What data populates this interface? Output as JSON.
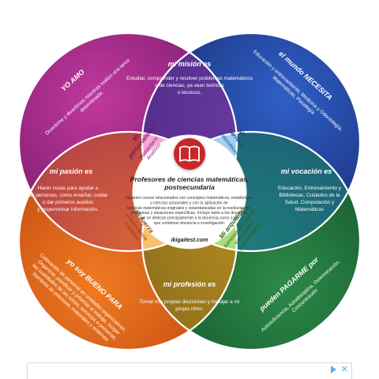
{
  "circles": {
    "love": {
      "title": "YO AMO",
      "text": "Divertirme y divertirnos mientras realizo una tarea determinada.",
      "color": "#8a1f7a"
    },
    "world_needs": {
      "title": "el mundo NECESITA",
      "text": "Educación y entrenamiento, Medicina y Odontología, Matemáticas, Psicología",
      "color": "#1f3a8a"
    },
    "good_at": {
      "title": "yo soy BUENO PARA",
      "text": "Colocación de personal en unidades organizativas, Organizar, planificar y priorizar el trabajo, Juzgar las cualidades de las cosas, servicios o personas, Nombres de procesos, materiales y entornos",
      "color": "#d95a12"
    },
    "paid_for": {
      "title": "pueden PAGARME por",
      "text": "Autosuficiencia, Autodisciplina, Determinación, Concentración",
      "color": "#1a6a3a"
    }
  },
  "overlaps": {
    "mission": {
      "title": "mi misión es",
      "text": "Estudiar, comprender y resolver problemas matemáticos o de ciencias, ya sean teóricos o técnicos."
    },
    "passion": {
      "title": "mi pasión es",
      "text": "Hacer cosas para ayudar a las personas, como enseñar, cuidar o dar primeros auxilios y proporcionar información."
    },
    "vocation": {
      "title": "mi vocación es",
      "text": "Educación, Entrenamiento y Bibliotecas, Cuidados de la Salud, Computación y Matemáticas"
    },
    "profession": {
      "title": "mi profesión es",
      "text": "Tomar mis propias decisiones y trabajar a mi propio ritmo."
    }
  },
  "petals": {
    "personality": {
      "title": "Mi personalidad",
      "text": "Humanitario Analítico",
      "color": "#f7a6d6"
    },
    "career": {
      "title": "Mi carrera",
      "text": "Matemáticas",
      "color": "#9fcff2"
    },
    "strength": {
      "title": "Mi fuerza",
      "text": "Independencia Fiabilidad",
      "color": "#f6c26a"
    },
    "archetype": {
      "title": "Mi arquetipo",
      "text": "Administrador que se esfuerza por grandes logros",
      "color": "#a9dd7c"
    }
  },
  "center": {
    "icon": "open-book-icon",
    "title": "Profesores de ciencias matemáticas, postsecundaria",
    "description": "Imparten cursos relacionados con conceptos matemáticos, estadísticas y ciencias actuariales y con la aplicación de técnicas matemáticas originales y estandarizadas en la resolución de problemas y situaciones específicas. Incluye tanto a los docentes que se dedican principalmente a la docencia como a los que combinan docencia e investigación.",
    "url": "ikigaitest.com",
    "icon_color": "#c9262c"
  },
  "ad": {
    "play_icon": "ad-choices-icon",
    "close_icon": "close-icon"
  }
}
